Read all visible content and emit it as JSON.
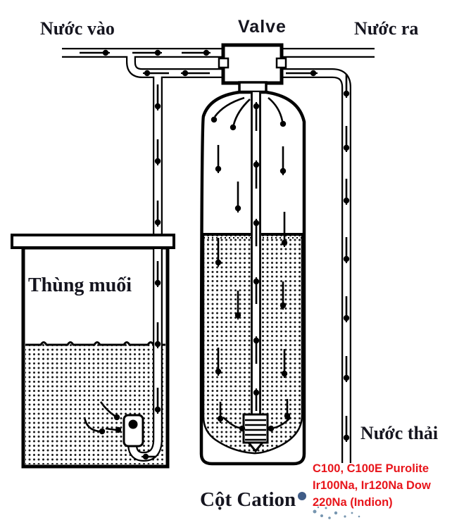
{
  "labels": {
    "water_in": "Nước vào",
    "valve": "Valve",
    "water_out": "Nước ra",
    "salt_tank": "Thùng muối",
    "waste_water": "Nước thải",
    "cation_column": "Cột Cation"
  },
  "resin_note": {
    "color": "#e8151b",
    "lines": [
      "C100, C100E Purolite",
      "Ir100Na, Ir120Na Dow",
      "220Na (Indion)"
    ]
  },
  "colors": {
    "line_art": "#000000",
    "label_text": "#15151f",
    "note_red": "#e8151b",
    "watermark_blue": "#4a7396"
  }
}
